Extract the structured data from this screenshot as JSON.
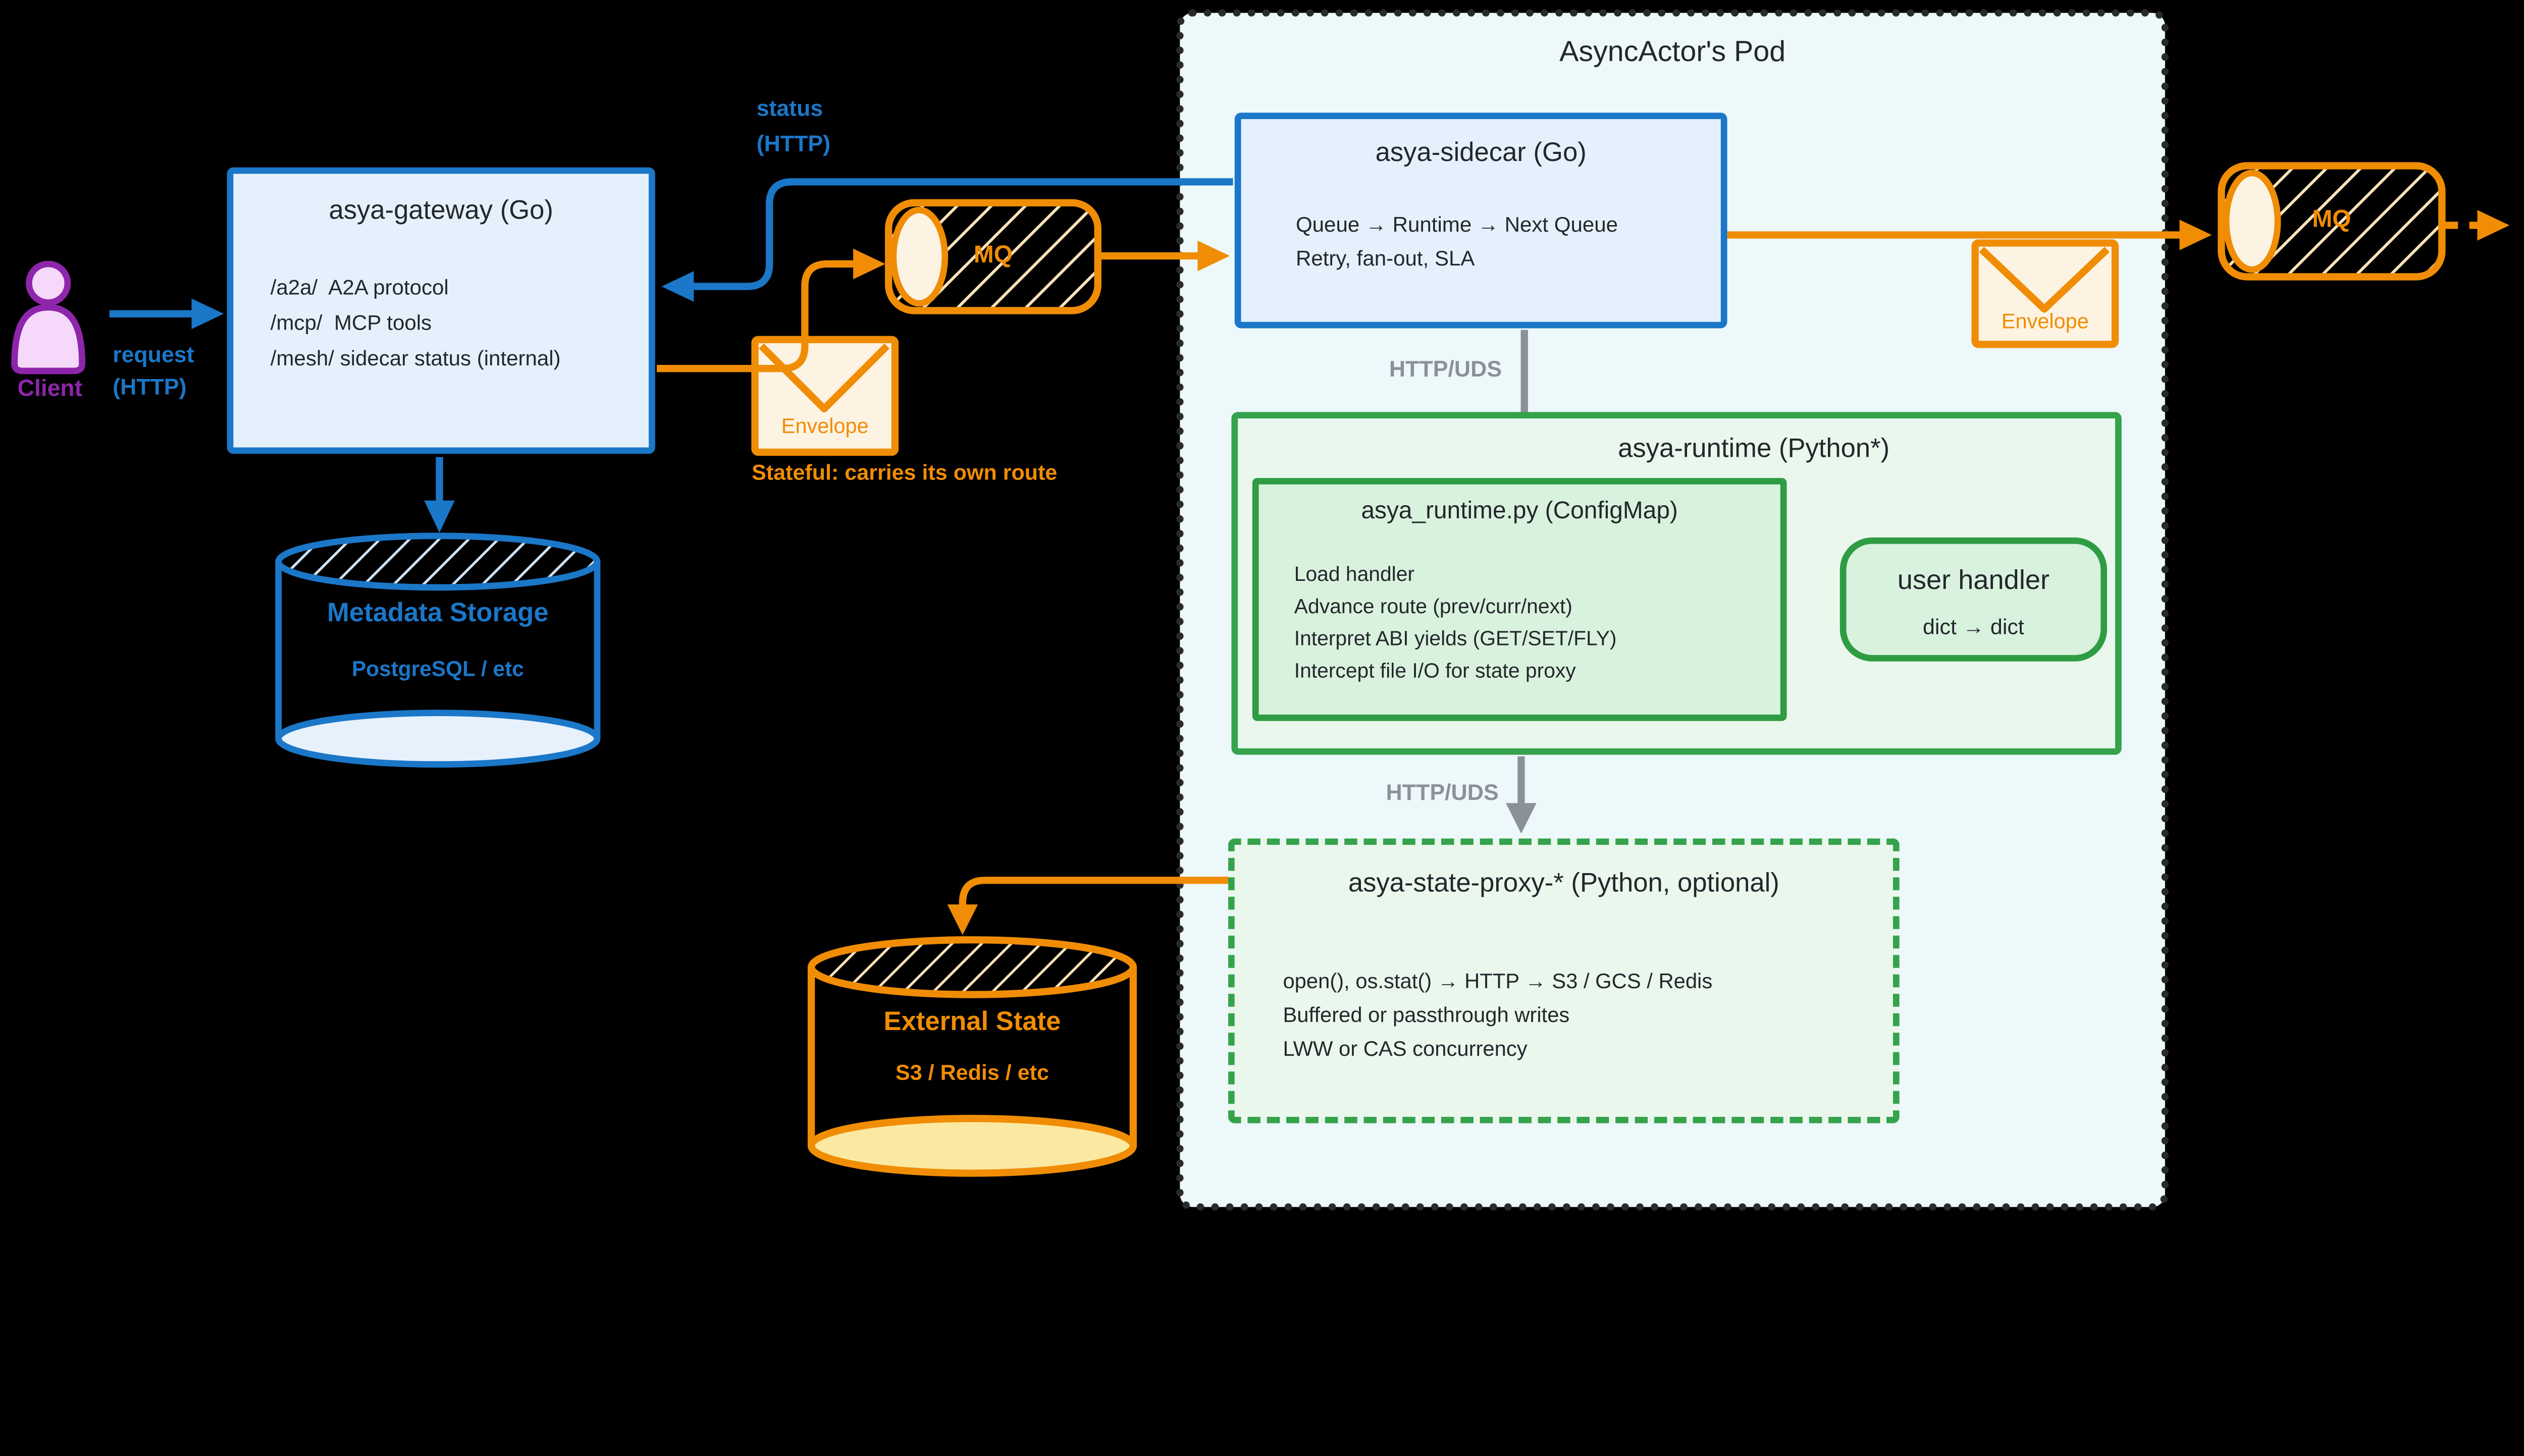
{
  "pod": {
    "title": "AsyncActor's Pod"
  },
  "client": {
    "label": "Client"
  },
  "labels": {
    "request_l1": "request",
    "request_l2": "(HTTP)",
    "status_l1": "status",
    "status_l2": "(HTTP)",
    "stateful": "Stateful: carries its own route",
    "http_uds_top": "HTTP/UDS",
    "http_uds_bottom": "HTTP/UDS"
  },
  "gateway": {
    "title": "asya-gateway (Go)",
    "lines": [
      "/a2a/  A2A protocol",
      "/mcp/  MCP tools",
      "/mesh/ sidecar status (internal)"
    ]
  },
  "metadata_storage": {
    "title": "Metadata Storage",
    "subtitle": "PostgreSQL / etc"
  },
  "mq_left": {
    "label": "MQ"
  },
  "mq_right": {
    "label": "MQ"
  },
  "envelope_left": {
    "label": "Envelope"
  },
  "envelope_right": {
    "label": "Envelope"
  },
  "sidecar": {
    "title": "asya-sidecar (Go)",
    "lines": [
      "Queue → Runtime → Next Queue",
      "Retry, fan-out, SLA"
    ]
  },
  "runtime": {
    "title": "asya-runtime (Python*)"
  },
  "runtime_script": {
    "title": "asya_runtime.py (ConfigMap)",
    "lines": [
      "Load handler",
      "Advance route (prev/curr/next)",
      "Interpret ABI yields (GET/SET/FLY)",
      "Intercept file I/O for state proxy"
    ]
  },
  "user_handler": {
    "title": "user handler",
    "subtitle": "dict → dict"
  },
  "state_proxy": {
    "title": "asya-state-proxy-* (Python, optional)",
    "lines": [
      "open(), os.stat() → HTTP → S3 / GCS / Redis",
      "Buffered or passthrough writes",
      "LWW or CAS concurrency"
    ]
  },
  "external_state": {
    "title": "External State",
    "subtitle": "S3 / Redis / etc"
  },
  "colors": {
    "background": "#000000",
    "blue": "#1b77c8",
    "light_blue_fill": "#e4f1fc",
    "orange": "#f08d05",
    "cream_fill": "#fdf3e3",
    "yellow_fill": "#fbe9a2",
    "green": "#35a24c",
    "green_dark": "#2f9c44",
    "green_fill_outer": "#eaf7ed",
    "green_fill_inner": "#d9f2de",
    "gray": "#8b9198",
    "purple": "#8e26ab",
    "lavender_fill": "#f6d9fa",
    "pod_background": "#edf8fa",
    "pod_border": "#2a2a2a",
    "dark_text": "#23272b"
  }
}
